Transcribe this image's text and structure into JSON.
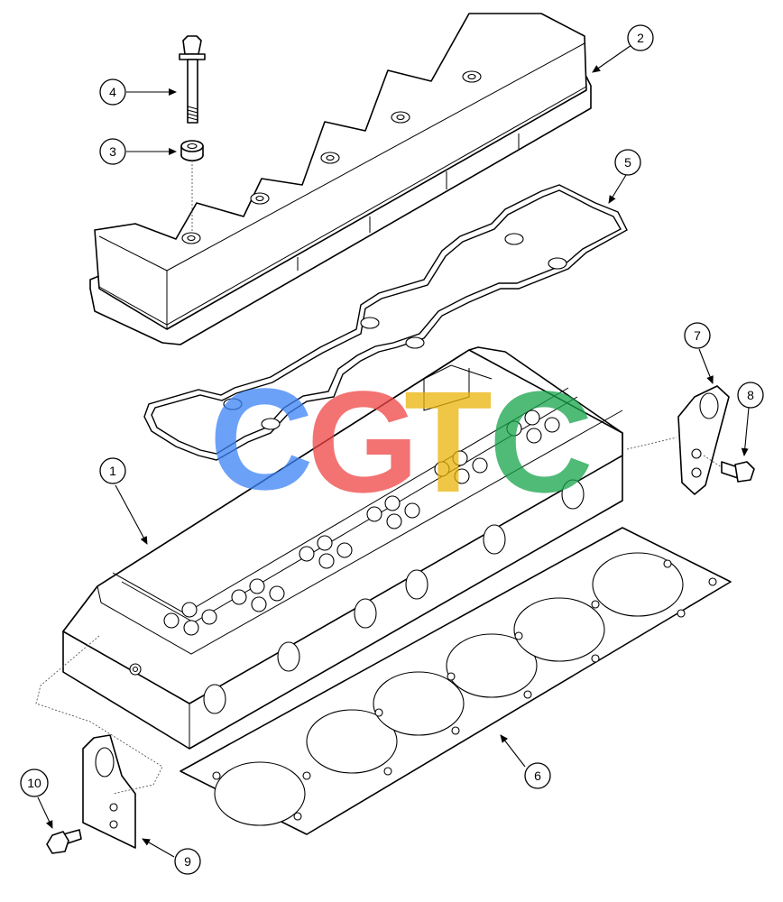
{
  "diagram": {
    "callouts": [
      {
        "label": "1"
      },
      {
        "label": "2"
      },
      {
        "label": "3"
      },
      {
        "label": "4"
      },
      {
        "label": "5"
      },
      {
        "label": "6"
      },
      {
        "label": "7"
      },
      {
        "label": "8"
      },
      {
        "label": "9"
      },
      {
        "label": "10"
      }
    ]
  },
  "watermark": {
    "letters": [
      "C",
      "G",
      "T",
      "C"
    ],
    "colors": [
      "#3b82f6",
      "#ef4444",
      "#eab308",
      "#16a34a"
    ]
  }
}
